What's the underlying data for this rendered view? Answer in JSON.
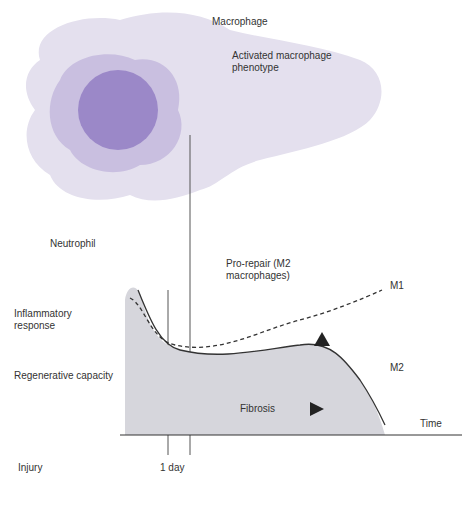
{
  "diagram": {
    "labels": [
      "Macrophage",
      "Activated macrophage phenotype",
      "Neutrophil",
      "Pro-repair (M2 macrophages)",
      "Inflammatory response",
      "Regenerative capacity",
      "M1",
      "M2",
      "Fibrosis",
      "Time",
      "Injury",
      "1 day"
    ]
  }
}
